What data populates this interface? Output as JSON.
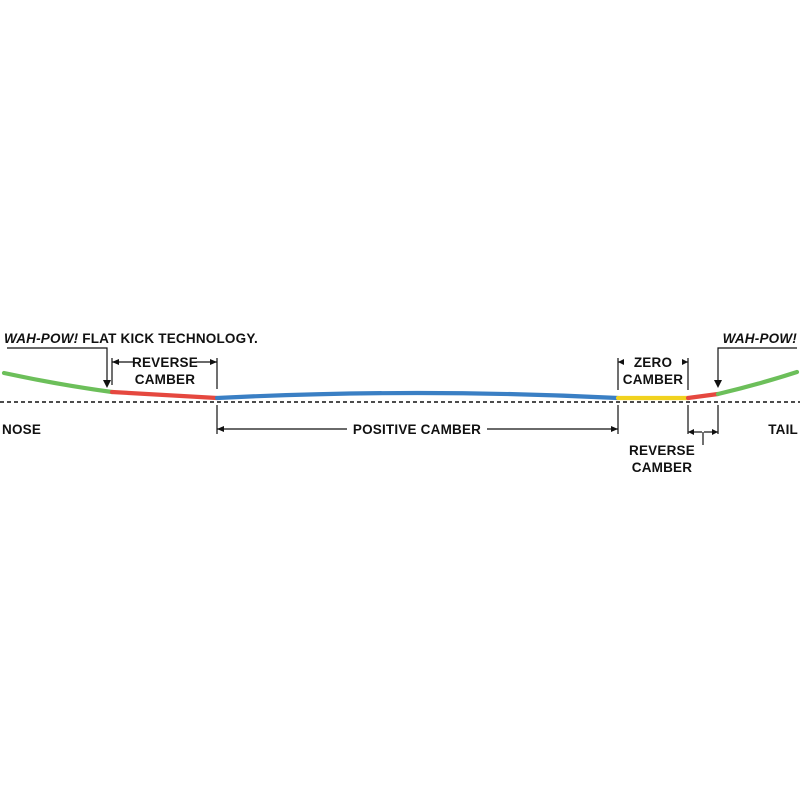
{
  "labels": {
    "nose": "NOSE",
    "tail": "TAIL",
    "wah_pow_left_italic": "WAH-POW!",
    "wah_pow_left_rest": " FLAT KICK TECHNOLOGY.",
    "wah_pow_right": "WAH-POW!",
    "reverse_camber_left": [
      "REVERSE",
      "CAMBER"
    ],
    "zero_camber": [
      "ZERO",
      "CAMBER"
    ],
    "positive_camber": "POSITIVE CAMBER",
    "reverse_camber_right": [
      "REVERSE",
      "CAMBER"
    ]
  },
  "zones": [
    {
      "name": "wah-pow-nose",
      "color": "#6cbf5a"
    },
    {
      "name": "reverse-camber-nose",
      "color": "#e5483f"
    },
    {
      "name": "positive-camber",
      "color": "#3a7fc4"
    },
    {
      "name": "zero-camber",
      "color": "#f1d21f"
    },
    {
      "name": "reverse-camber-tail",
      "color": "#e5483f"
    },
    {
      "name": "wah-pow-tail",
      "color": "#6cbf5a"
    }
  ]
}
